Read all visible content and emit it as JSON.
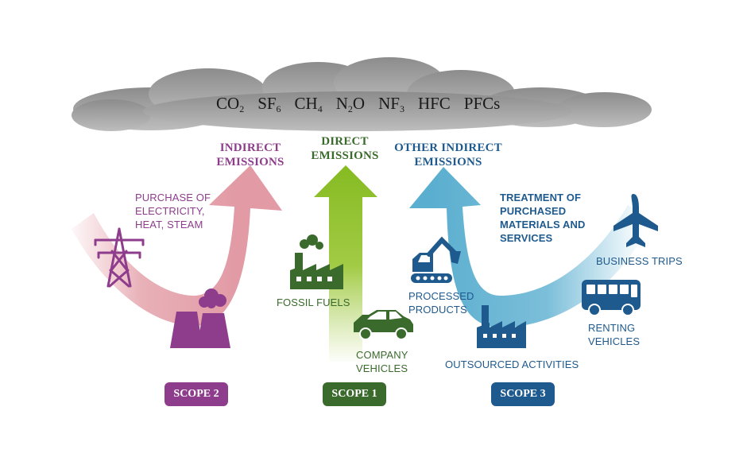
{
  "gases": [
    {
      "base": "CO",
      "sub": "2"
    },
    {
      "base": "SF",
      "sub": "6"
    },
    {
      "base": "CH",
      "sub": "4"
    },
    {
      "base": "N",
      "sub": "2",
      "tail": "O"
    },
    {
      "base": "NF",
      "sub": "3"
    },
    {
      "base": "HFC",
      "sub": ""
    },
    {
      "base": "PFCs",
      "sub": ""
    }
  ],
  "titles": {
    "indirect": [
      "INDIRECT",
      "EMISSIONS"
    ],
    "direct": [
      "DIRECT",
      "EMISSIONS"
    ],
    "other_indirect": [
      "OTHER INDIRECT",
      "EMISSIONS"
    ]
  },
  "labels": {
    "purchase": [
      "PURCHASE OF",
      "ELECTRICITY,",
      "HEAT, STEAM"
    ],
    "fossil_fuels": "FOSSIL FUELS",
    "company_vehicles": [
      "COMPANY",
      "VEHICLES"
    ],
    "processed_products": [
      "PROCESSED",
      "PRODUCTS"
    ],
    "treatment": [
      "TREATMENT OF",
      "PURCHASED",
      "MATERIALS AND",
      "SERVICES"
    ],
    "business_trips": "BUSINESS TRIPS",
    "renting_vehicles": [
      "RENTING",
      "VEHICLES"
    ],
    "outsourced": "OUTSOURCED ACTIVITIES"
  },
  "scopes": {
    "scope2": "SCOPE 2",
    "scope1": "SCOPE 1",
    "scope3": "SCOPE 3"
  },
  "icons": {
    "pylon": "power-pylon-icon",
    "power_plant": "power-plant-icon",
    "factory_green": "factory-icon",
    "car": "car-icon",
    "excavator": "excavator-icon",
    "factory_blue": "factory-icon",
    "bus": "bus-icon",
    "plane": "airplane-icon"
  },
  "colors": {
    "scope2": "#8e3d8c",
    "scope1": "#3b6a2d",
    "scope3": "#1f5a8e",
    "arrow_pink": "#e2a2ac",
    "arrow_green": "#8cbe27",
    "arrow_blue": "#5aaecf",
    "cloud": "#8f8f8f"
  }
}
